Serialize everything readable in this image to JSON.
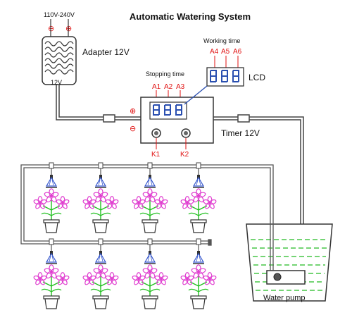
{
  "title": "Automatic Watering System",
  "adapter": {
    "input_voltage": "110V-240V",
    "minus": "⊖",
    "plus": "⊕",
    "output_voltage": "12V",
    "label": "Adapter 12V"
  },
  "timer": {
    "label": "Timer 12V",
    "plus": "⊕",
    "minus": "⊖",
    "k1": "K1",
    "k2": "K2"
  },
  "lcd": {
    "label": "LCD",
    "working_time": "Working time",
    "stopping_time": "Stopping time",
    "working_digits": [
      "A4",
      "A5",
      "A6"
    ],
    "stopping_digits": [
      "A1",
      "A2",
      "A3"
    ]
  },
  "pump": {
    "label": "Water pump"
  },
  "colors": {
    "red": "#e01010",
    "lcd_blue": "#2a4fb0",
    "flower_pink": "#e040d0",
    "stem_green": "#22c020",
    "water_green": "#22bb22",
    "sprinkler_blue": "#3355cc"
  },
  "plants": {
    "rows": 2,
    "per_row": 4
  }
}
